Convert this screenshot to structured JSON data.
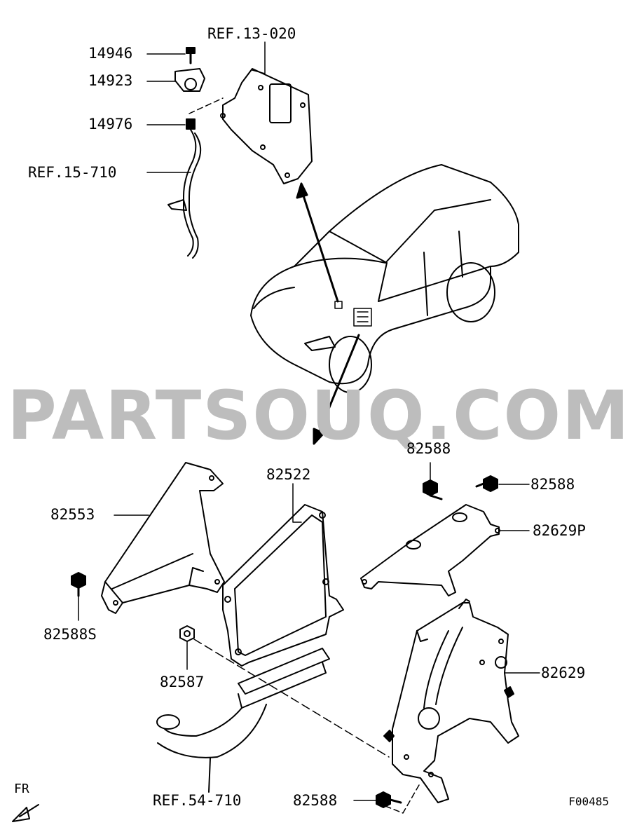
{
  "watermark": "PARTSOUQ.COM",
  "figure_code": "F00485",
  "direction_label": "FR",
  "parts": {
    "ref_13_020": "REF.13-020",
    "p14946": "14946",
    "p14923": "14923",
    "p14976": "14976",
    "ref_15_710": "REF.15-710",
    "p82588_top": "82588",
    "p82588_right": "82588",
    "p82522": "82522",
    "p82553": "82553",
    "p82629P": "82629P",
    "p82588S": "82588S",
    "p82587": "82587",
    "p82629": "82629",
    "ref_54_710": "REF.54-710",
    "p82588_bottom": "82588"
  },
  "colors": {
    "line": "#000000",
    "watermark": "#bdbdbd",
    "background": "#ffffff"
  }
}
